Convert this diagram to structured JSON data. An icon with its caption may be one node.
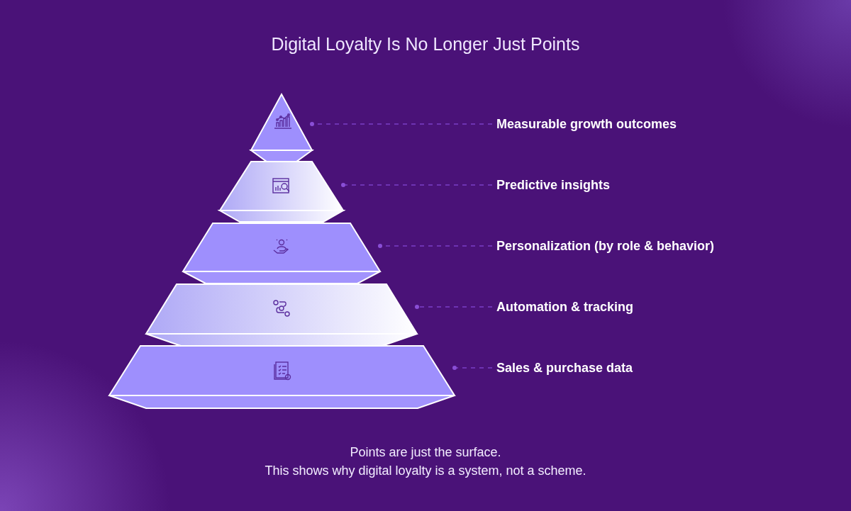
{
  "diagram": {
    "title": "Digital Loyalty Is No Longer Just Points",
    "nodes": [
      {
        "text": [],
        "shape": "triangle"
      },
      {
        "text": [],
        "shape": "trapezoid"
      },
      {
        "text": [],
        "shape": "trapezoid"
      },
      {
        "text": [],
        "shape": "trapezoid"
      },
      {
        "text": [],
        "shape": "trapezoid"
      },
      {
        "text": [
          "Measurable growth outcomes"
        ]
      },
      {
        "text": [
          "Predictive insights"
        ]
      },
      {
        "text": [
          "Personalization (by role & behavior)"
        ]
      },
      {
        "text": [
          "Automation & tracking"
        ]
      },
      {
        "text": [
          "Sales & purchase data"
        ]
      }
    ],
    "edges": [
      {
        "from": 5,
        "to": 0,
        "arrow": "other",
        "style": "dashed"
      },
      {
        "from": 6,
        "to": 1,
        "arrow": "other",
        "style": "dashed"
      },
      {
        "from": 7,
        "to": 2,
        "arrow": "other",
        "style": "dashed"
      },
      {
        "from": 8,
        "to": 3,
        "arrow": "other",
        "style": "dashed"
      },
      {
        "from": 9,
        "to": 4,
        "arrow": "other",
        "style": "dashed"
      }
    ],
    "labels": [
      "Points are just the surface.",
      "This shows why digital loyalty is a system, not a scheme."
    ]
  }
}
